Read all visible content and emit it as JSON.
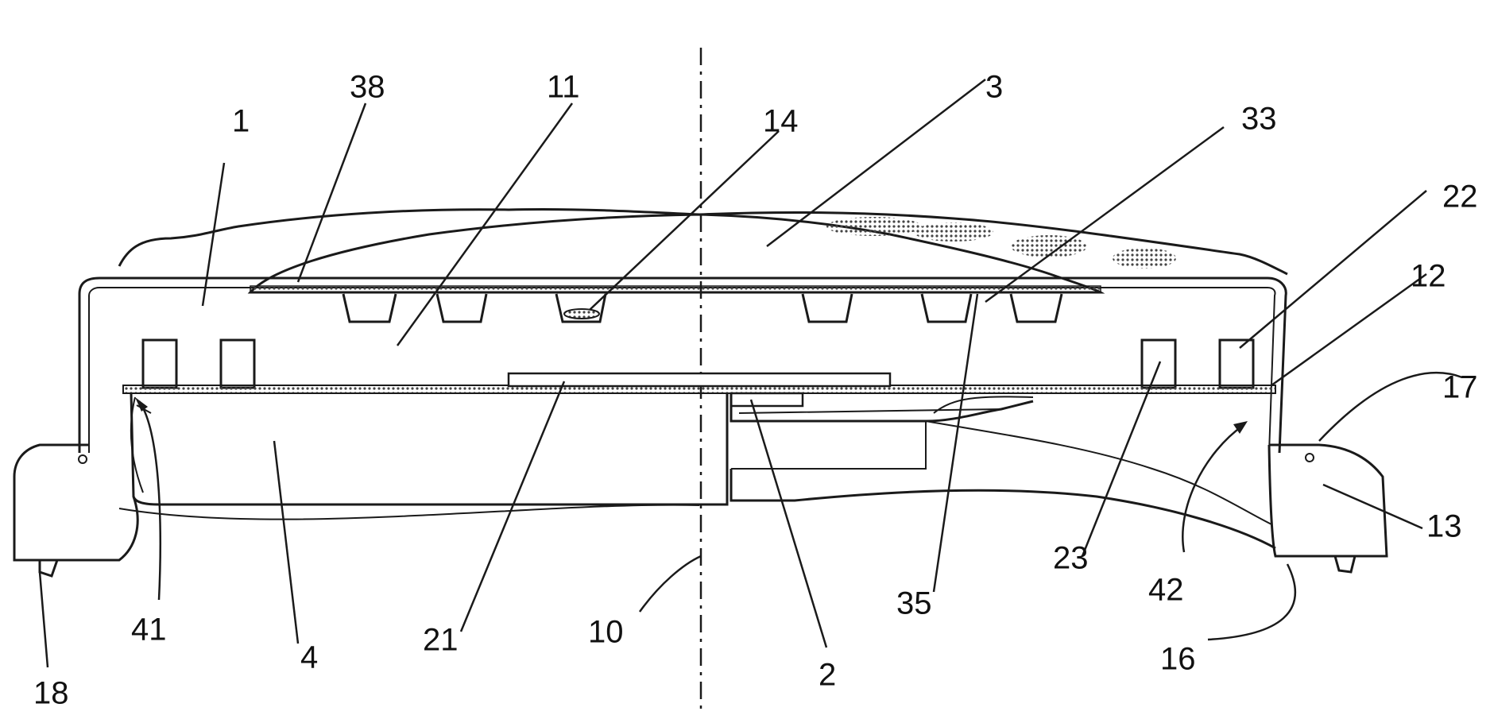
{
  "labels": {
    "l1": "1",
    "l38": "38",
    "l11": "11",
    "l14": "14",
    "l3": "3",
    "l33": "33",
    "l22": "22",
    "l12": "12",
    "l17": "17",
    "l13": "13",
    "l23": "23",
    "l42": "42",
    "l35": "35",
    "l16": "16",
    "l18": "18",
    "l41": "41",
    "l4": "4",
    "l21": "21",
    "l10": "10",
    "l2": "2"
  },
  "colors": {
    "line": "#1a1a1a",
    "hatch": "#555555",
    "background": "#ffffff"
  }
}
